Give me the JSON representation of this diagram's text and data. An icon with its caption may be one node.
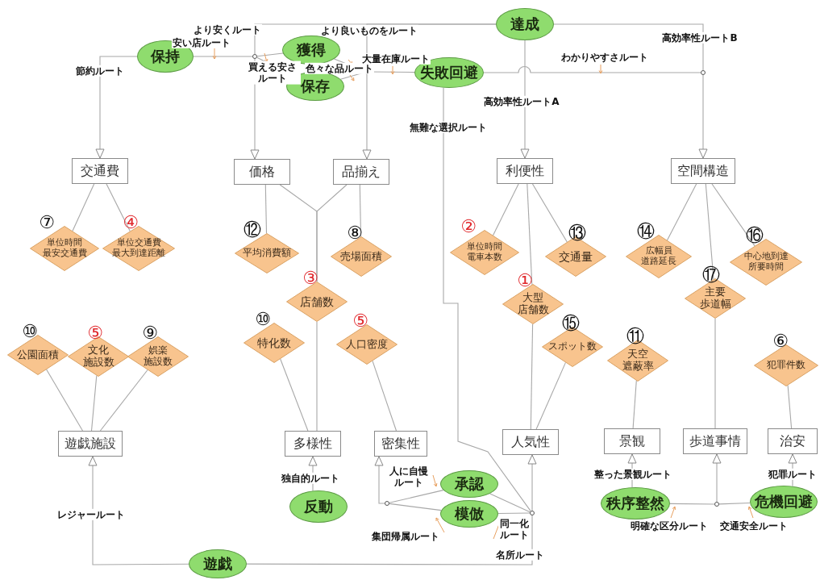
{
  "diagram": {
    "nodes": [
      {
        "text": [
          "保持"
        ]
      },
      {
        "text": [
          "獲得"
        ]
      },
      {
        "text": [
          "保存"
        ]
      },
      {
        "text": [
          "達成"
        ]
      },
      {
        "text": [
          "失敗回避"
        ]
      },
      {
        "text": [
          "反動"
        ]
      },
      {
        "text": [
          "承認"
        ]
      },
      {
        "text": [
          "模倣"
        ]
      },
      {
        "text": [
          "遊戯"
        ]
      },
      {
        "text": [
          "秩序整然"
        ]
      },
      {
        "text": [
          "危機回避"
        ]
      },
      {
        "text": [
          "交通費"
        ]
      },
      {
        "text": [
          "価格"
        ]
      },
      {
        "text": [
          "品揃え"
        ]
      },
      {
        "text": [
          "利便性"
        ]
      },
      {
        "text": [
          "空間構造"
        ]
      },
      {
        "text": [
          "遊戯施設"
        ]
      },
      {
        "text": [
          "多様性"
        ]
      },
      {
        "text": [
          "密集性"
        ]
      },
      {
        "text": [
          "人気性"
        ]
      },
      {
        "text": [
          "景観"
        ]
      },
      {
        "text": [
          "歩道事情"
        ]
      },
      {
        "text": [
          "治安"
        ]
      },
      {
        "text": [
          "単位時間最安交通費"
        ],
        "beside": [
          "⑦"
        ]
      },
      {
        "text": [
          "単位交通費最大到達距離"
        ],
        "beside": [
          "④"
        ]
      },
      {
        "text": [
          "平均消費額"
        ],
        "beside": [
          "⑫"
        ]
      },
      {
        "text": [
          "売場面積"
        ],
        "beside": [
          "⑧"
        ]
      },
      {
        "text": [
          "店舗数"
        ],
        "beside": [
          "③"
        ]
      },
      {
        "text": [
          "特化数"
        ],
        "beside": [
          "⑩"
        ]
      },
      {
        "text": [
          "人口密度"
        ],
        "beside": [
          "⑤"
        ]
      },
      {
        "text": [
          "公園面積"
        ],
        "beside": [
          "⑩"
        ]
      },
      {
        "text": [
          "文化施設数"
        ],
        "beside": [
          "⑤"
        ]
      },
      {
        "text": [
          "娯楽施設数"
        ],
        "beside": [
          "⑨"
        ]
      },
      {
        "text": [
          "単位時間電車本数"
        ],
        "beside": [
          "②"
        ]
      },
      {
        "text": [
          "交通量"
        ],
        "beside": [
          "⑬"
        ]
      },
      {
        "text": [
          "大型店舗数"
        ],
        "beside": [
          "①"
        ]
      },
      {
        "text": [
          "スポット数"
        ],
        "beside": [
          "⑮"
        ]
      },
      {
        "text": [
          "広幅員道路延長"
        ],
        "beside": [
          "⑭"
        ]
      },
      {
        "text": [
          "中心地到達所要時間"
        ],
        "beside": [
          "⑯"
        ]
      },
      {
        "text": [
          "主要歩道幅"
        ],
        "beside": [
          "⑰"
        ]
      },
      {
        "text": [
          "天空遮蔽率"
        ],
        "beside": [
          "⑪"
        ]
      },
      {
        "text": [
          "犯罪件数"
        ],
        "beside": [
          "⑥"
        ]
      },
      {
        "text": [],
        "shape": "circle"
      },
      {
        "text": [],
        "shape": "circle"
      },
      {
        "text": [],
        "shape": "circle"
      },
      {
        "text": [],
        "shape": "circle"
      },
      {
        "text": [],
        "shape": "circle"
      },
      {
        "text": [],
        "shape": "circle"
      }
    ],
    "edges": [
      {
        "from": 0,
        "to": 11,
        "arrow": "to",
        "label": "節約ルート"
      },
      {
        "from": 0,
        "to": 42,
        "arrow": "none",
        "label": "安い店ルート"
      },
      {
        "from": 42,
        "to": 1,
        "arrow": "none",
        "label": "買える安さルート"
      },
      {
        "from": 42,
        "to": 2,
        "arrow": "none"
      },
      {
        "from": 3,
        "to": 42,
        "arrow": "none",
        "label": "より安くルート"
      },
      {
        "from": 42,
        "to": 12,
        "arrow": "to"
      },
      {
        "from": 1,
        "to": 43,
        "arrow": "none",
        "label": "色々な品ルート"
      },
      {
        "from": 2,
        "to": 43,
        "arrow": "none"
      },
      {
        "from": 4,
        "to": 43,
        "arrow": "none",
        "label": "大量在庫ルート"
      },
      {
        "from": 3,
        "to": 43,
        "arrow": "none",
        "label": "より良いものをルート"
      },
      {
        "from": 43,
        "to": 13,
        "arrow": "to"
      },
      {
        "from": 3,
        "to": 14,
        "arrow": "to",
        "label": "高効率性ルートA"
      },
      {
        "from": 3,
        "to": 44,
        "arrow": "none",
        "label": "高効率性ルートB"
      },
      {
        "from": 4,
        "to": 44,
        "arrow": "none",
        "label": "わかりやすさルート"
      },
      {
        "from": 44,
        "to": 15,
        "arrow": "to"
      },
      {
        "from": 4,
        "to": 45,
        "arrow": "none",
        "label": "無難な選択ルート"
      },
      {
        "from": 6,
        "to": 45,
        "arrow": "none"
      },
      {
        "from": 7,
        "to": 45,
        "arrow": "none",
        "label": "同一化ルート"
      },
      {
        "from": 8,
        "to": 45,
        "arrow": "none",
        "label": "名所ルート"
      },
      {
        "from": 45,
        "to": 19,
        "arrow": "to"
      },
      {
        "from": 6,
        "to": 46,
        "arrow": "none",
        "label": "人に自慢ルート"
      },
      {
        "from": 7,
        "to": 46,
        "arrow": "none",
        "label": "集団帰属ルート"
      },
      {
        "from": 46,
        "to": 18,
        "arrow": "to"
      },
      {
        "from": 5,
        "to": 17,
        "arrow": "to",
        "label": "独自的ルート"
      },
      {
        "from": 8,
        "to": 16,
        "arrow": "to",
        "label": "レジャールート"
      },
      {
        "from": 9,
        "to": 20,
        "arrow": "to",
        "label": "整った景観ルート"
      },
      {
        "from": 9,
        "to": 47,
        "arrow": "none",
        "label": "明確な区分ルート"
      },
      {
        "from": 10,
        "to": 47,
        "arrow": "none",
        "label": "交通安全ルート"
      },
      {
        "from": 47,
        "to": 21,
        "arrow": "to"
      },
      {
        "from": 10,
        "to": 22,
        "arrow": "to",
        "label": "犯罪ルート"
      },
      {
        "from": 11,
        "to": 23,
        "arrow": "none"
      },
      {
        "from": 11,
        "to": 24,
        "arrow": "none"
      },
      {
        "from": 12,
        "to": 25,
        "arrow": "none"
      },
      {
        "from": 12,
        "to": 27,
        "arrow": "none"
      },
      {
        "from": 13,
        "to": 27,
        "arrow": "none"
      },
      {
        "from": 13,
        "to": 26,
        "arrow": "none"
      },
      {
        "from": 27,
        "to": 17,
        "arrow": "none"
      },
      {
        "from": 28,
        "to": 17,
        "arrow": "none"
      },
      {
        "from": 29,
        "to": 18,
        "arrow": "none"
      },
      {
        "from": 30,
        "to": 16,
        "arrow": "none"
      },
      {
        "from": 31,
        "to": 16,
        "arrow": "none"
      },
      {
        "from": 32,
        "to": 16,
        "arrow": "none"
      },
      {
        "from": 14,
        "to": 33,
        "arrow": "none"
      },
      {
        "from": 14,
        "to": 35,
        "arrow": "none"
      },
      {
        "from": 14,
        "to": 34,
        "arrow": "none"
      },
      {
        "from": 35,
        "to": 19,
        "arrow": "none"
      },
      {
        "from": 36,
        "to": 19,
        "arrow": "none"
      },
      {
        "from": 15,
        "to": 37,
        "arrow": "none"
      },
      {
        "from": 15,
        "to": 39,
        "arrow": "none"
      },
      {
        "from": 15,
        "to": 38,
        "arrow": "none"
      },
      {
        "from": 39,
        "to": 21,
        "arrow": "none"
      },
      {
        "from": 40,
        "to": 20,
        "arrow": "none"
      },
      {
        "from": 41,
        "to": 22,
        "arrow": "none"
      }
    ]
  }
}
